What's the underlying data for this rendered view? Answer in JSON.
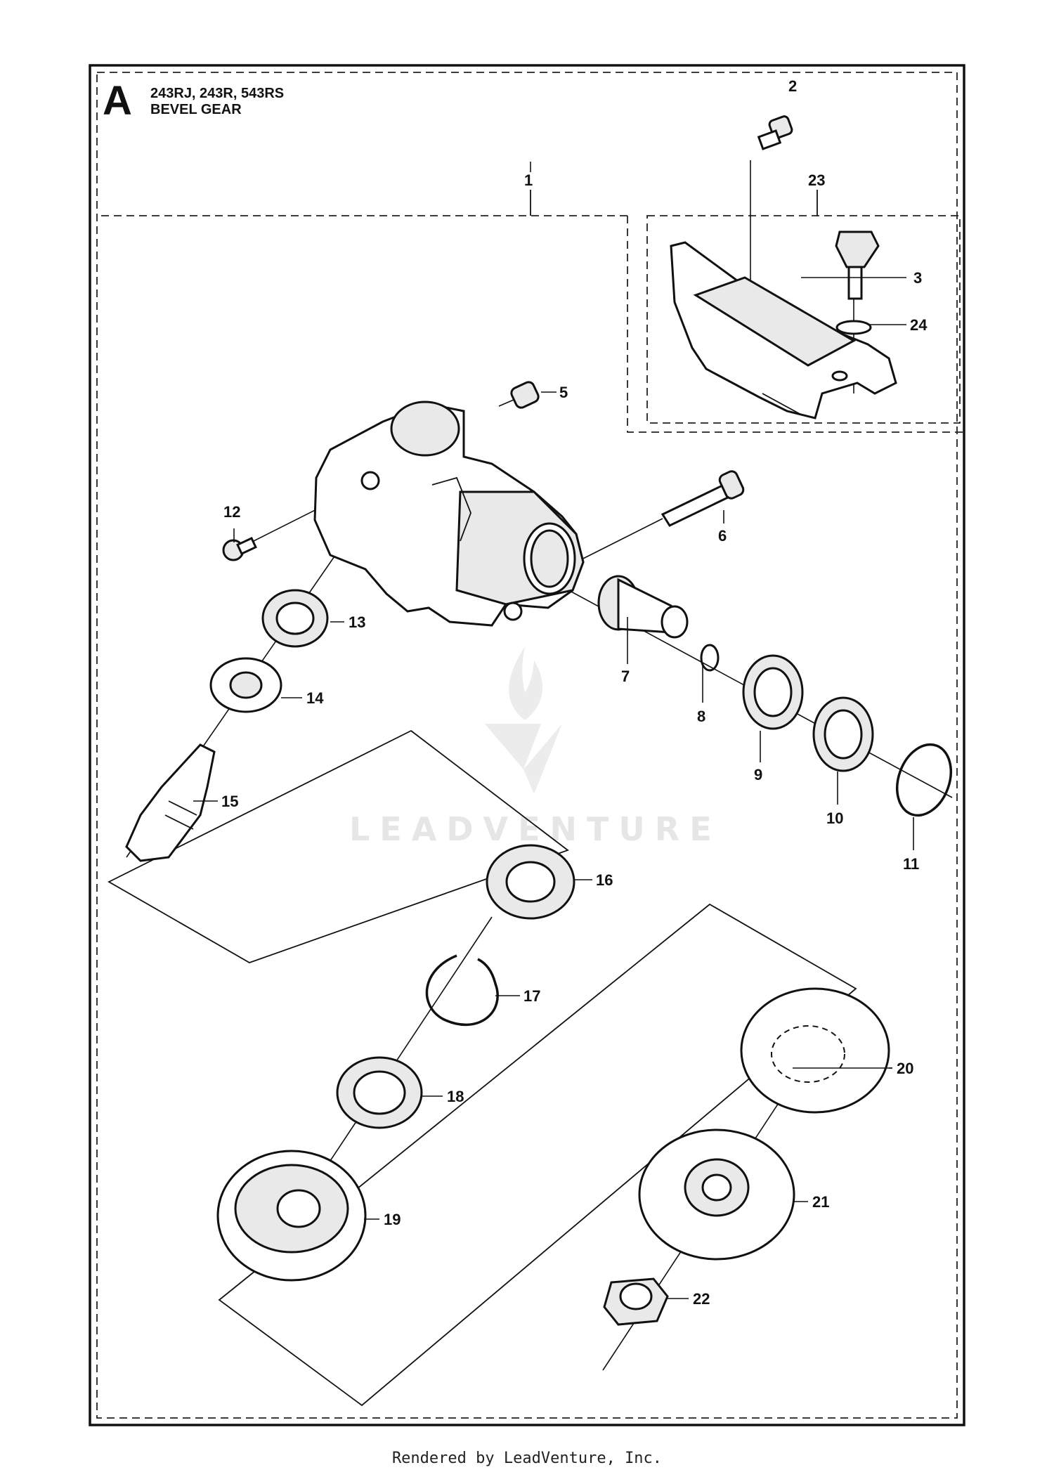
{
  "header": {
    "section_letter": "A",
    "models": "243RJ, 243R, 543RS",
    "title": "BEVEL GEAR"
  },
  "callouts": [
    "1",
    "2",
    "3",
    "5",
    "6",
    "7",
    "8",
    "9",
    "10",
    "11",
    "12",
    "13",
    "14",
    "15",
    "16",
    "17",
    "18",
    "19",
    "20",
    "21",
    "22",
    "23",
    "24"
  ],
  "watermark": {
    "text": "LEADVENTURE",
    "logo": "leadventure-flame-icon"
  },
  "footer": {
    "text": "Rendered by LeadVenture, Inc."
  }
}
